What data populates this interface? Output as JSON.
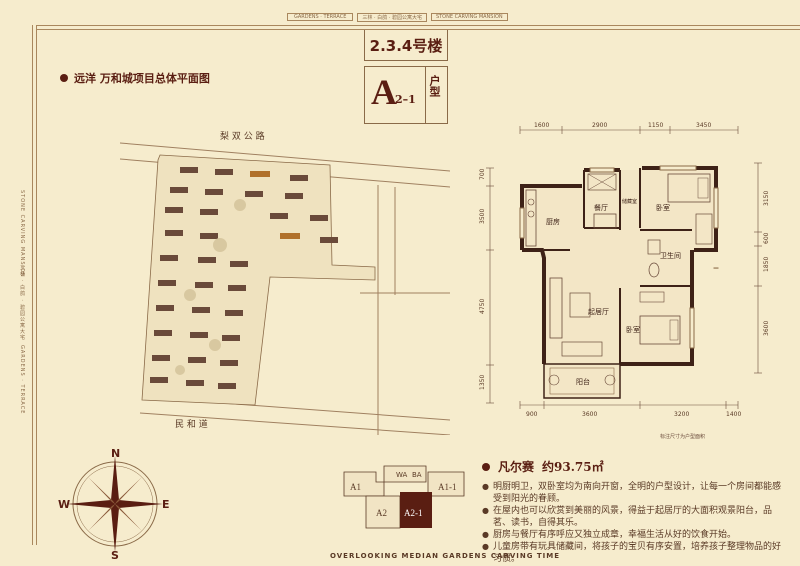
{
  "colors": {
    "background": "#f6eccd",
    "accent": "#5a1e12",
    "frame": "#a9875d",
    "wall": "#3e2217"
  },
  "top_banner": {
    "left": "GARDENS · TERRACE",
    "center": "三林 · 白鸽 · 碧园公寓大宅",
    "right": "STONE CARVING MANSION"
  },
  "side_banner": {
    "top": "STONE CARVING MANSION",
    "middle": "三林 · 白鸽 · 碧园公寓大宅",
    "bottom": "GARDENS · TERRACE"
  },
  "building_label": "2.3.4号楼",
  "unit_type": {
    "letter": "A",
    "sub": "2–1",
    "suffix": "户型"
  },
  "site_plan": {
    "title": "远洋  万和城项目总体平面图",
    "road_top": "梨  双  公  路",
    "road_bottom": "民       和       道"
  },
  "compass": {
    "n": "N",
    "s": "S",
    "e": "E",
    "w": "W"
  },
  "key_plan": {
    "labels": [
      "A1",
      "A2",
      "A1-1",
      "A2-1"
    ],
    "top_marks": [
      "WA",
      "BA"
    ]
  },
  "floor_plan": {
    "dims_top": [
      "1600",
      "2900",
      "1150",
      "3450"
    ],
    "dims_bottom": [
      "900",
      "3600",
      "3200",
      "1400"
    ],
    "dims_left": [
      "700",
      "3500",
      "4750",
      "1350"
    ],
    "dims_right": [
      "3150",
      "600",
      "1850",
      "3600"
    ],
    "rooms": {
      "kitchen": "厨房",
      "dining": "餐厅",
      "storage": "储藏室",
      "bedroom1": "卧室",
      "bathroom": "卫生间",
      "living": "起居厅",
      "bedroom2": "卧室",
      "balcony": "阳台"
    },
    "note": "标注尺寸为户型面积"
  },
  "unit_info": {
    "name": "凡尔赛",
    "area": "约93.75㎡",
    "features": [
      "明厨明卫，双卧室均为南向开窗，全明的户型设计，让每一个房间都能感受到阳光的眷顾。",
      "在屋内也可以欣赏到美丽的风景，得益于起居厅的大面积观景阳台，品茗、读书，自得其乐。",
      "厨房与餐厅有序呼应又独立成章，幸福生活从好的饮食开始。",
      "儿童房带有玩具储藏间，将孩子的宝贝有序安置，培养孩子整理物品的好习惯。"
    ]
  },
  "footer_text": "OVERLOOKING MEDIAN GARDENS CARVING TIME"
}
